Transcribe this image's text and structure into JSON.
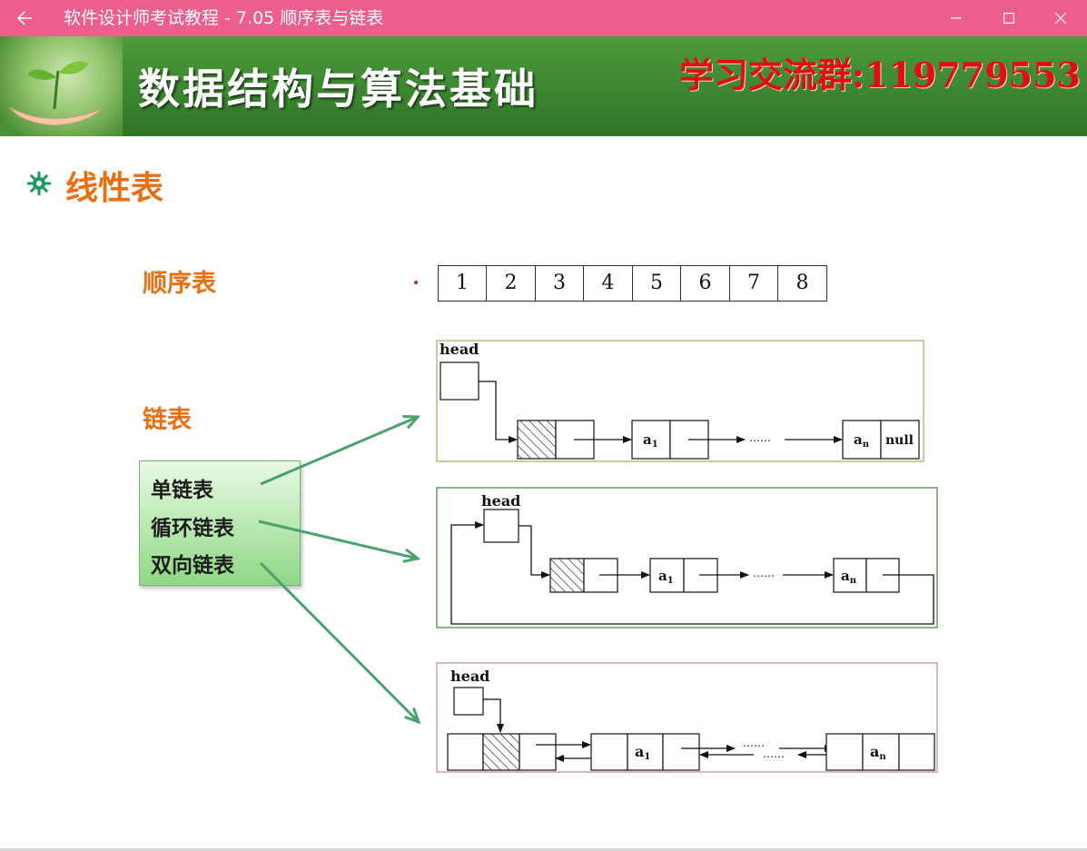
{
  "window": {
    "title": "软件设计师考试教程 - 7.05  顺序表与链表",
    "back_icon": "arrow-left-icon",
    "controls": [
      "minimize-icon",
      "maximize-icon",
      "close-icon"
    ]
  },
  "banner": {
    "title": "数据结构与算法基础",
    "group_text": "学习交流群:119779553"
  },
  "slide": {
    "section_title": "线性表",
    "sequential_label": "顺序表",
    "sequential_cells": [
      "1",
      "2",
      "3",
      "4",
      "5",
      "6",
      "7",
      "8"
    ],
    "linked_label": "链表",
    "list_types": [
      "单链表",
      "循环链表",
      "双向链表"
    ]
  },
  "diagrams": {
    "singly": {
      "head": "head",
      "node_a1": "a",
      "node_a1_sub": "1",
      "ellipsis": "……",
      "node_an": "a",
      "node_an_sub": "n",
      "null_text": "null"
    },
    "circular": {
      "head": "head",
      "node_a1": "a",
      "node_a1_sub": "1",
      "ellipsis": "……",
      "node_an": "a",
      "node_an_sub": "n"
    },
    "doubly": {
      "head": "head",
      "node_a1": "a",
      "node_a1_sub": "1",
      "ellipsis_top": "……",
      "ellipsis_bottom": "……",
      "node_an": "a",
      "node_an_sub": "n"
    }
  },
  "colors": {
    "titlebar": "#ee5d8f",
    "accent_orange": "#e96f12",
    "group_red": "#e01010",
    "arrow_green": "#4aa36f"
  }
}
